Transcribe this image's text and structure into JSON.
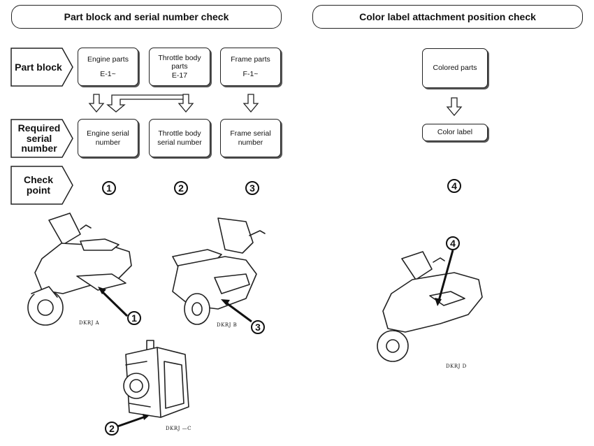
{
  "left_header": "Part block and serial number check",
  "right_header": "Color label attachment position check",
  "row_labels": {
    "part_block": "Part block",
    "required_serial": "Required serial number",
    "check_point": "Check point"
  },
  "part_blocks": [
    {
      "title": "Engine parts",
      "code": "E-1~"
    },
    {
      "title": "Throttle body parts",
      "code": "E-17"
    },
    {
      "title": "Frame parts",
      "code": "F-1~"
    }
  ],
  "serials": [
    "Engine serial number",
    "Throttle body serial number",
    "Frame serial number"
  ],
  "check_points": [
    "1",
    "2",
    "3"
  ],
  "colored_parts": "Colored parts",
  "color_label": "Color label",
  "color_check_point": "4",
  "figures": {
    "a": {
      "code": "DKRJ  A",
      "callout": "1"
    },
    "b": {
      "code": "DKRJ  B",
      "callout": "3"
    },
    "c": {
      "code": "DKRJ —C",
      "callout": "2"
    },
    "d": {
      "code": "DKRJ  D",
      "callout": "4"
    }
  }
}
